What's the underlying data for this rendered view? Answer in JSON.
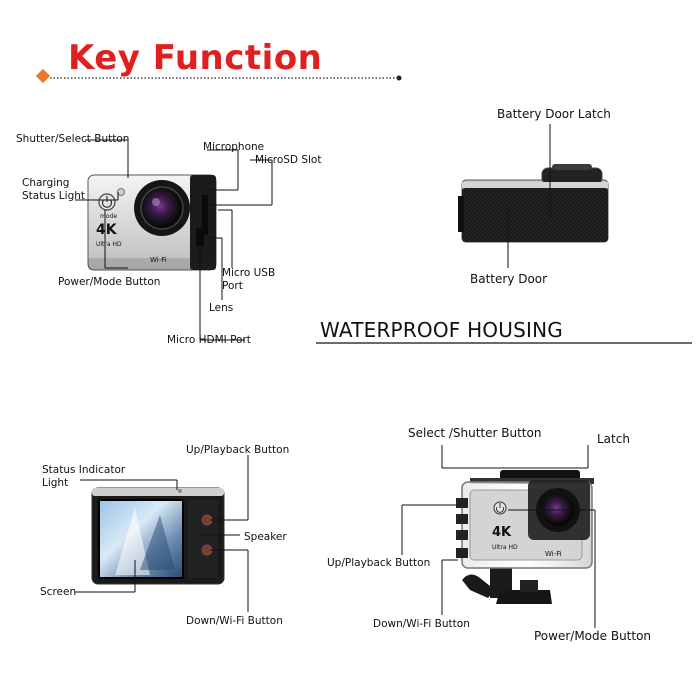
{
  "title": "Key Function",
  "section_heading": "WATERPROOF HOUSING",
  "panels": {
    "front": {
      "labels": {
        "shutter_select": "Shutter/Select Button",
        "charging_status": "Charging\nStatus Light",
        "power_mode": "Power/Mode Button",
        "microphone": "Microphone",
        "microsd": "MicroSD Slot",
        "micro_usb": "Micro USB\nPort",
        "lens": "Lens",
        "micro_hdmi": "Micro HDMI Port"
      },
      "body_text": {
        "model": "4K",
        "sub": "Ultra HD",
        "wifi": "Wi-Fi",
        "mode": "mode"
      }
    },
    "bottom": {
      "labels": {
        "battery_latch": "Battery Door Latch",
        "battery_door": "Battery Door"
      }
    },
    "back": {
      "labels": {
        "status_indicator": "Status Indicator\nLight",
        "up_playback": "Up/Playback Button",
        "speaker": "Speaker",
        "screen": "Screen",
        "down_wifi": "Down/Wi-Fi Button"
      }
    },
    "housing": {
      "labels": {
        "select_shutter": "Select /Shutter Button",
        "latch": "Latch",
        "up_playback": "Up/Playback Button",
        "down_wifi": "Down/Wi-Fi Button",
        "power_mode": "Power/Mode Button"
      },
      "body_text": {
        "model": "4K",
        "sub": "Ultra HD",
        "wifi": "Wi-Fi"
      }
    }
  },
  "colors": {
    "title": "#e02020",
    "accent_diamond": "#e8782a",
    "text": "#111111"
  }
}
